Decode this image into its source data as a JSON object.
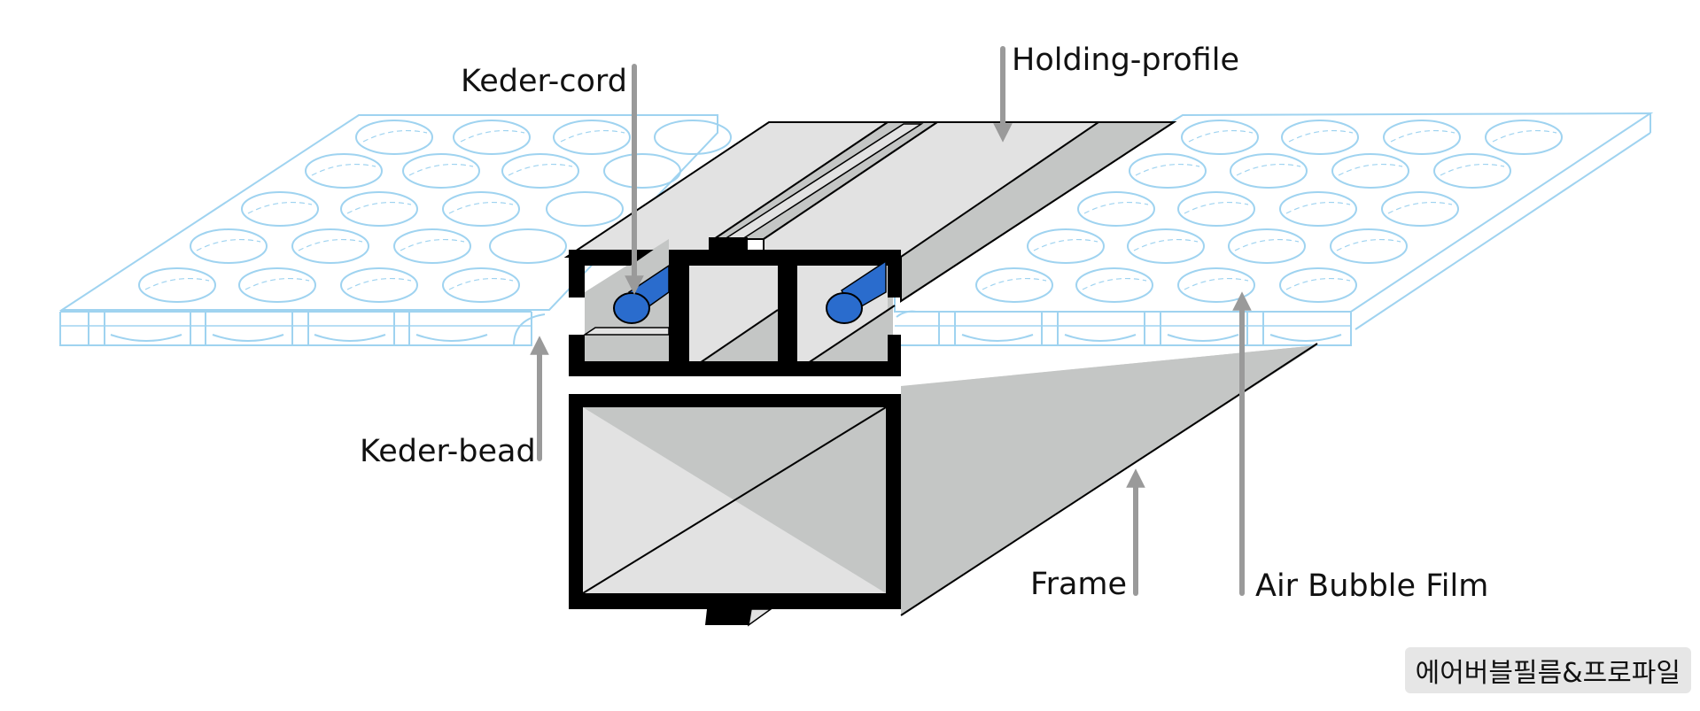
{
  "labels": {
    "keder_cord": "Keder-cord",
    "holding_profile": "Holding-profile",
    "keder_bead": "Keder-bead",
    "frame": "Frame",
    "air_bubble_film": "Air Bubble Film"
  },
  "caption": "에어버블필름&프로파일",
  "colors": {
    "film_line": "#9fd3f0",
    "profile_fill_light": "#e2e2e2",
    "profile_fill_dark": "#c4c6c5",
    "outline": "#000000",
    "cord": "#2a6ccd",
    "arrow": "#9a9a9a"
  }
}
